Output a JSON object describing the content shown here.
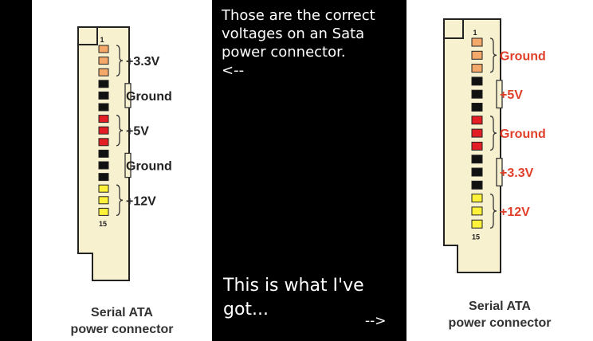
{
  "colors": {
    "background": "#000000",
    "connector_fill": "#f7f1cf",
    "orange": "#f4a86a",
    "black": "#111111",
    "red": "#e31e24",
    "yellow": "#fff23a",
    "label_dark": "#222222",
    "label_red": "#e0402a"
  },
  "left_diagram": {
    "pin_top": "1",
    "pin_bottom": "15",
    "caption_line1": "Serial ATA",
    "caption_line2": "power connector",
    "pins": [
      "orange",
      "orange",
      "orange",
      "black",
      "black",
      "black",
      "red",
      "red",
      "red",
      "black",
      "black",
      "black",
      "yellow",
      "yellow",
      "yellow"
    ],
    "groups": [
      {
        "label": "+3.3V",
        "bracket": "brace"
      },
      {
        "label": "Ground",
        "bracket": "square"
      },
      {
        "label": "+5V",
        "bracket": "brace"
      },
      {
        "label": "Ground",
        "bracket": "square"
      },
      {
        "label": "+12V",
        "bracket": "brace"
      }
    ]
  },
  "right_diagram": {
    "pin_top": "1",
    "pin_bottom": "15",
    "caption_line1": "Serial ATA",
    "caption_line2": "power connector",
    "pins": [
      "orange",
      "orange",
      "orange",
      "black",
      "black",
      "black",
      "red",
      "red",
      "red",
      "black",
      "black",
      "black",
      "yellow",
      "yellow",
      "yellow"
    ],
    "groups": [
      {
        "label": "Ground",
        "bracket": "brace"
      },
      {
        "label": "+5V",
        "bracket": "square"
      },
      {
        "label": "Ground",
        "bracket": "brace"
      },
      {
        "label": "+3.3V",
        "bracket": "square"
      },
      {
        "label": "+12V",
        "bracket": "brace"
      }
    ]
  },
  "notes": {
    "top": "Those are the correct voltages on an Sata power connector.",
    "top_arrow": "<--",
    "bottom": "This is what I've got...",
    "bottom_arrow": "-->"
  }
}
